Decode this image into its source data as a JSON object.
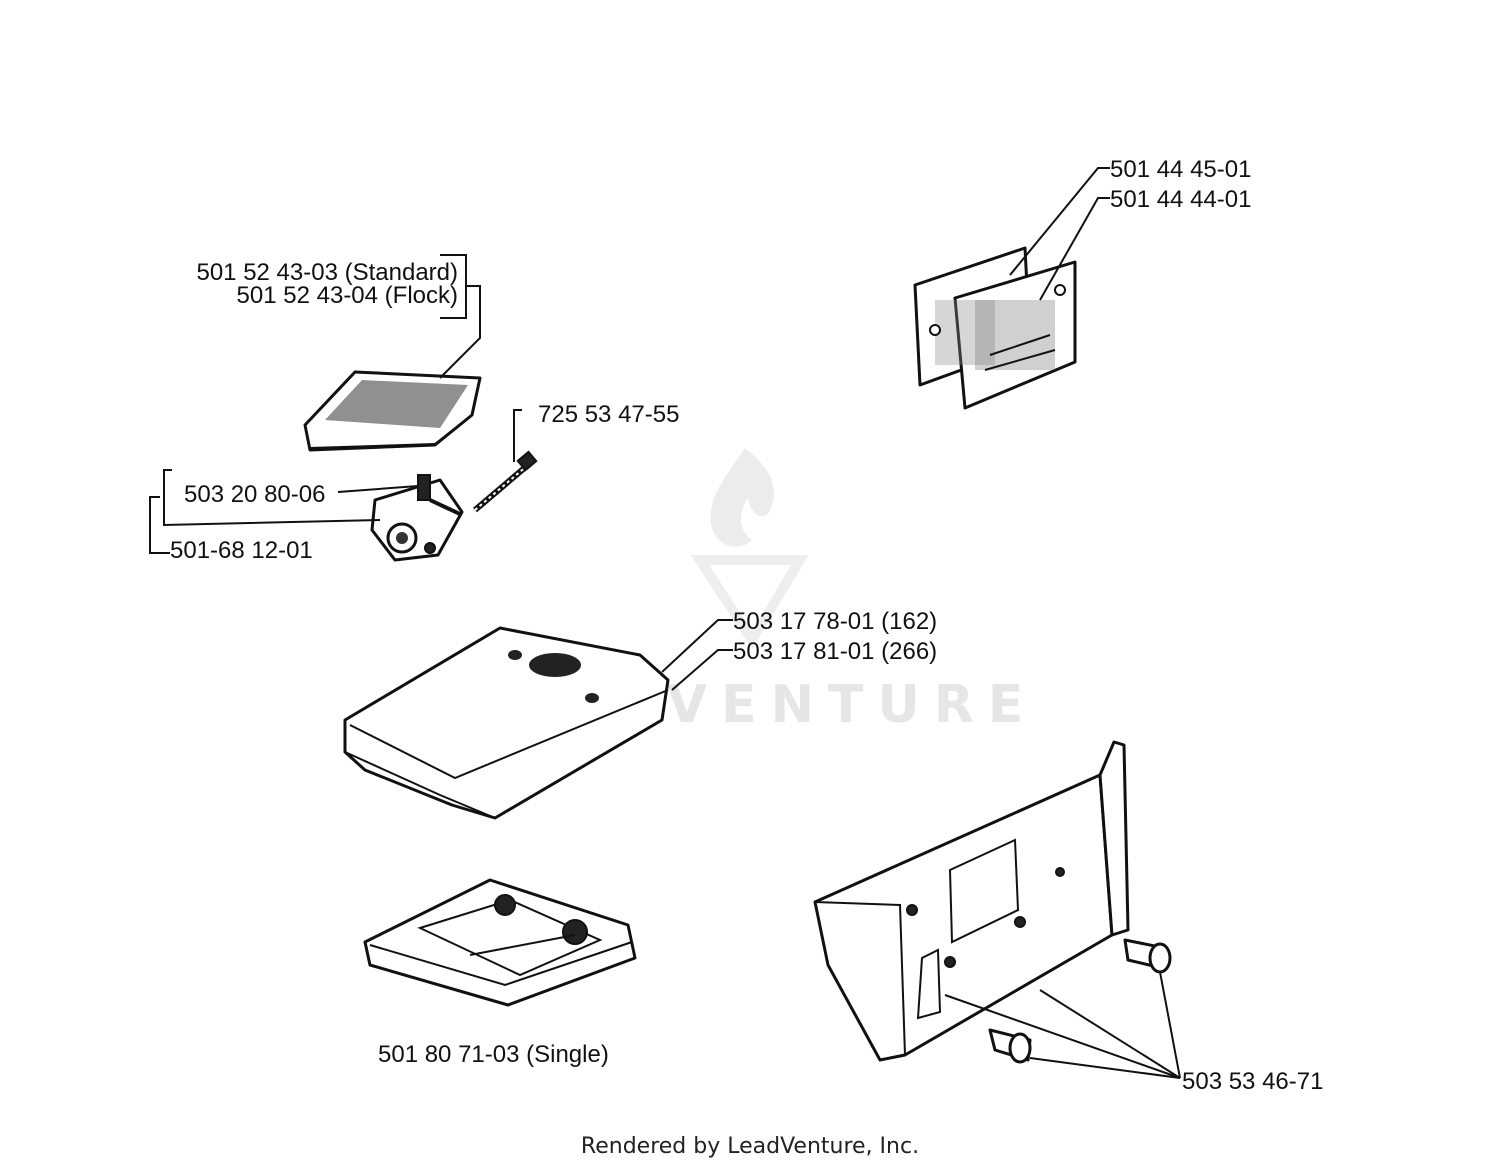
{
  "labels": {
    "p1": "501 44 45-01",
    "p2": "501 44 44-01",
    "p3": "501 52 43-03 (Standard)",
    "p4": "501 52 43-04 (Flock)",
    "p5": "725 53 47-55",
    "p6": "503 20 80-06",
    "p7": "501-68 12-01",
    "p8": "503 17 78-01 (162)",
    "p9": "503 17 81-01 (266)",
    "p10": "501 80 71-03 (Single)",
    "p11": "503 53 46-71"
  },
  "watermark": "LEADVENTURE",
  "footer": "Rendered by LeadVenture, Inc.",
  "colors": {
    "ink": "#111111",
    "watermark": "#e6e6e6"
  }
}
